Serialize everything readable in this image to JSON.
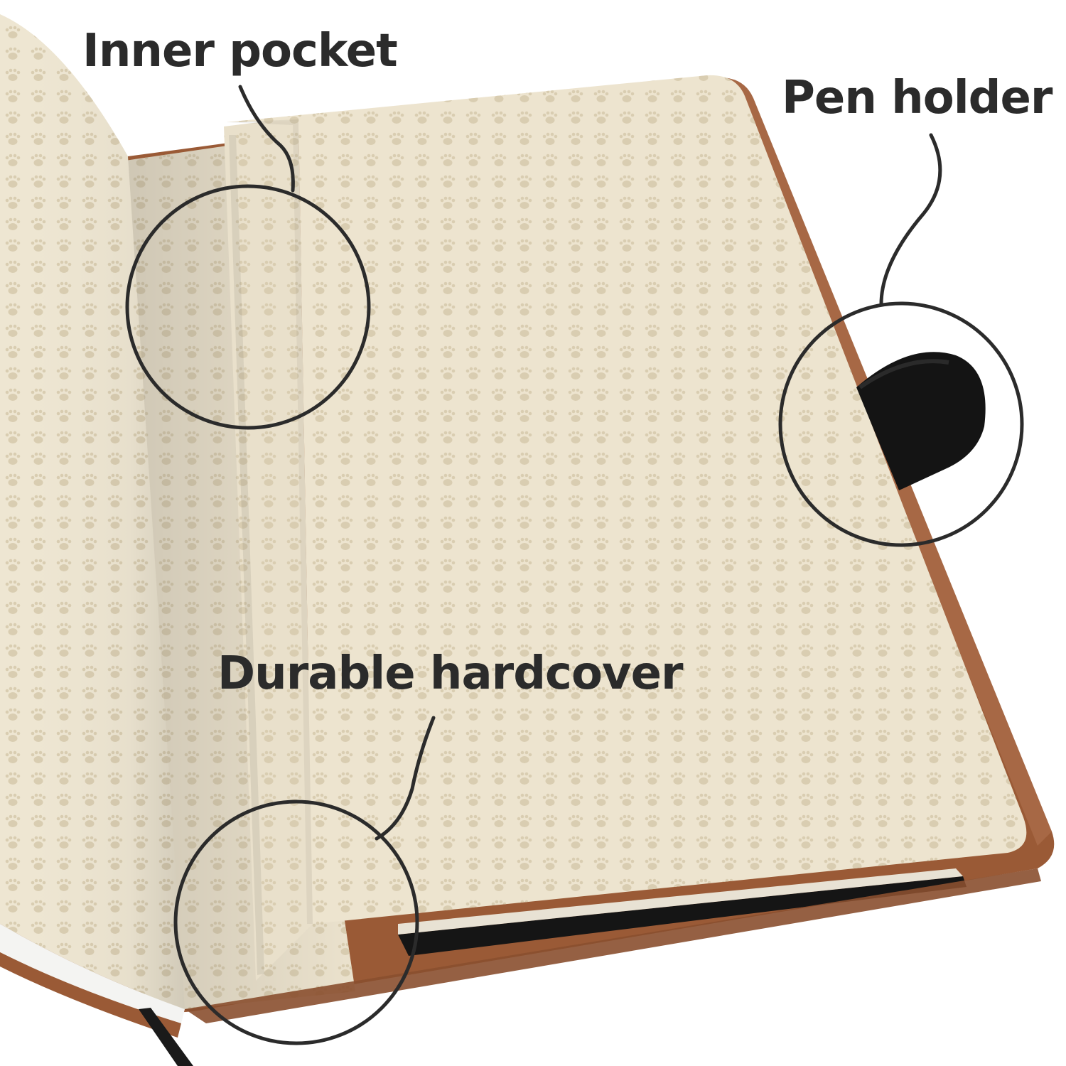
{
  "callouts": {
    "inner_pocket": "Inner pocket",
    "pen_holder": "Pen holder",
    "durable_hardcover": "Durable hardcover"
  },
  "colors": {
    "page_cream": "#ece3cf",
    "paw_print": "#d8ccaf",
    "cover_brown": "#9a5a36",
    "elastic_black": "#141414",
    "callout_line": "#2b2b2b",
    "background": "#ffffff"
  },
  "icons": [
    "paw-print-pattern"
  ]
}
